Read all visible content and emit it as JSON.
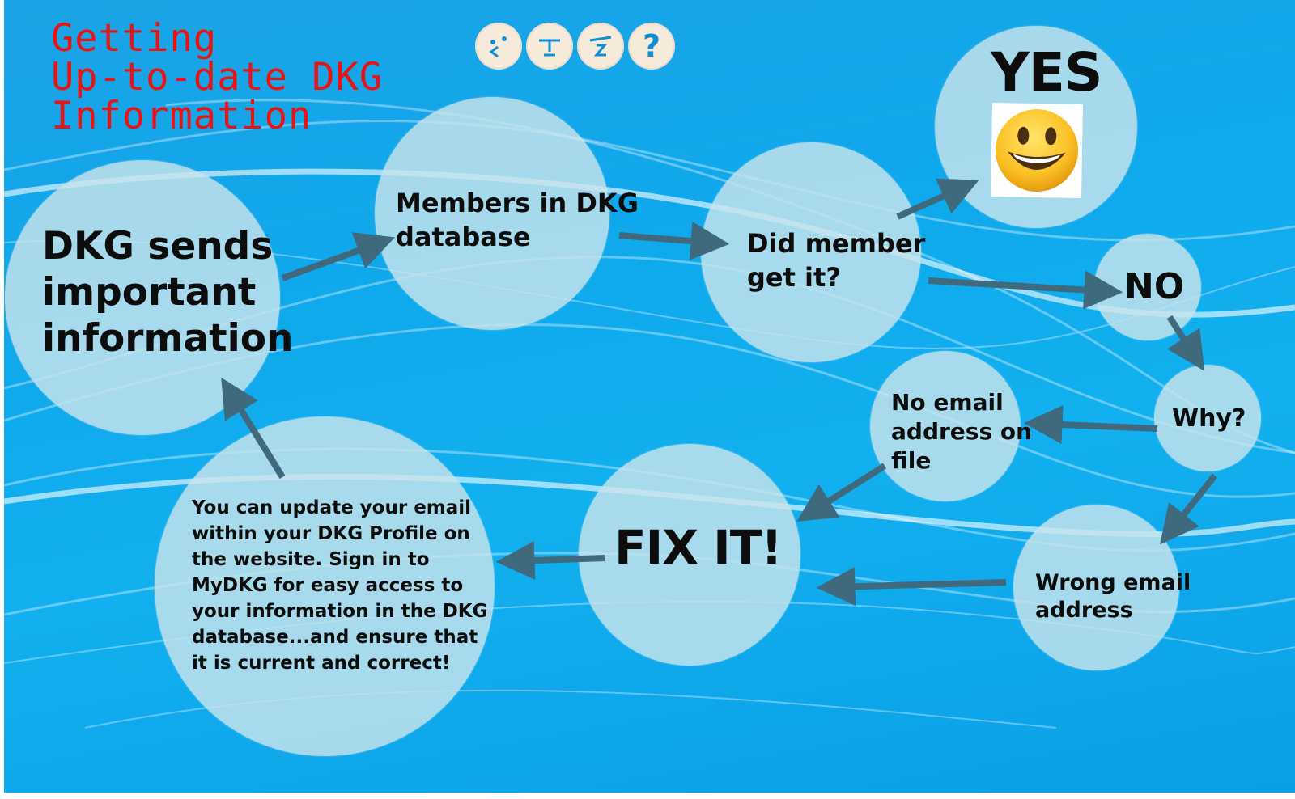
{
  "title": "Getting\nUp-to-date DKG\nInformation",
  "toolbar": {
    "icons": [
      {
        "name": "face-wink-icon",
        "glyph": ": <"
      },
      {
        "name": "face-neutral-icon",
        "glyph": "- -"
      },
      {
        "name": "face-sleepy-icon",
        "glyph": ". z"
      },
      {
        "name": "help-icon",
        "glyph": "?"
      }
    ]
  },
  "nodes": {
    "send": "DKG sends\nimportant\ninformation",
    "members": "Members in DKG\ndatabase",
    "did_get": "Did member\nget it?",
    "yes": "YES",
    "no": "NO",
    "why": "Why?",
    "no_email": "No email\naddress on\nfile",
    "wrong_email": "Wrong email\naddress",
    "fix": "FIX IT!",
    "update": "You can update your email\nwithin your DKG Profile on\nthe website. Sign in to\nMyDKG for easy access to\nyour information in the DKG\ndatabase...and ensure that\nit is current and correct!"
  },
  "colors": {
    "background": "#12aaec",
    "title": "#e81313",
    "node_fill": "#c8e4ec",
    "arrow": "#3f6a7e"
  }
}
